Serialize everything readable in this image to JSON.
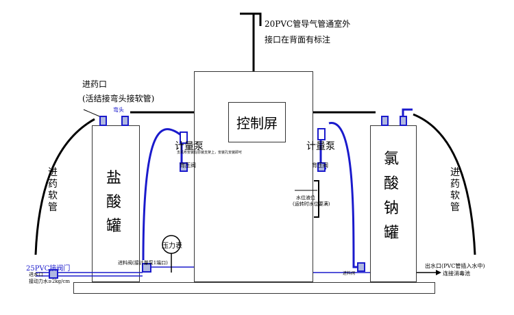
{
  "vent_note": {
    "line1": "20PVC管导气管通室外",
    "line2": "接口在背面有标注"
  },
  "inlet_note": {
    "line1": "进药口",
    "line2": "(活结接弯头接软管)"
  },
  "elbow_label": "弯头",
  "control_screen": "控制屏",
  "left_pump": {
    "label": "计量泵",
    "note": "支机布安装在原装支架上，安装孔安装即可",
    "valve": "背压阀"
  },
  "right_pump": {
    "label": "计量泵",
    "valve": "背压阀"
  },
  "left_tank": [
    "盐",
    "酸",
    "罐"
  ],
  "right_tank": [
    "氯",
    "酸",
    "钠",
    "罐"
  ],
  "left_hose": [
    "进",
    "药",
    "软",
    "管"
  ],
  "right_hose": [
    "进",
    "药",
    "软",
    "管"
  ],
  "pressure_gauge": "压力表",
  "level_gauge": {
    "line1": "水位液位",
    "line2": "(运转时水位要满)"
  },
  "inlet_valve_label": "进料阀(接计量泵1端口)",
  "water_inlet": {
    "pvc": "25PVC接阀门",
    "line1": "进水口",
    "line2": "接动力水≥2kg/cm"
  },
  "outlet": {
    "line1": "出水口(PVC管插入水中)",
    "line2": "连接消毒池"
  },
  "right_inlet_small": "进料阀",
  "colors": {
    "pipe": "#1a1acc",
    "line": "#000000",
    "valve_fill": "#b0b8e0"
  }
}
